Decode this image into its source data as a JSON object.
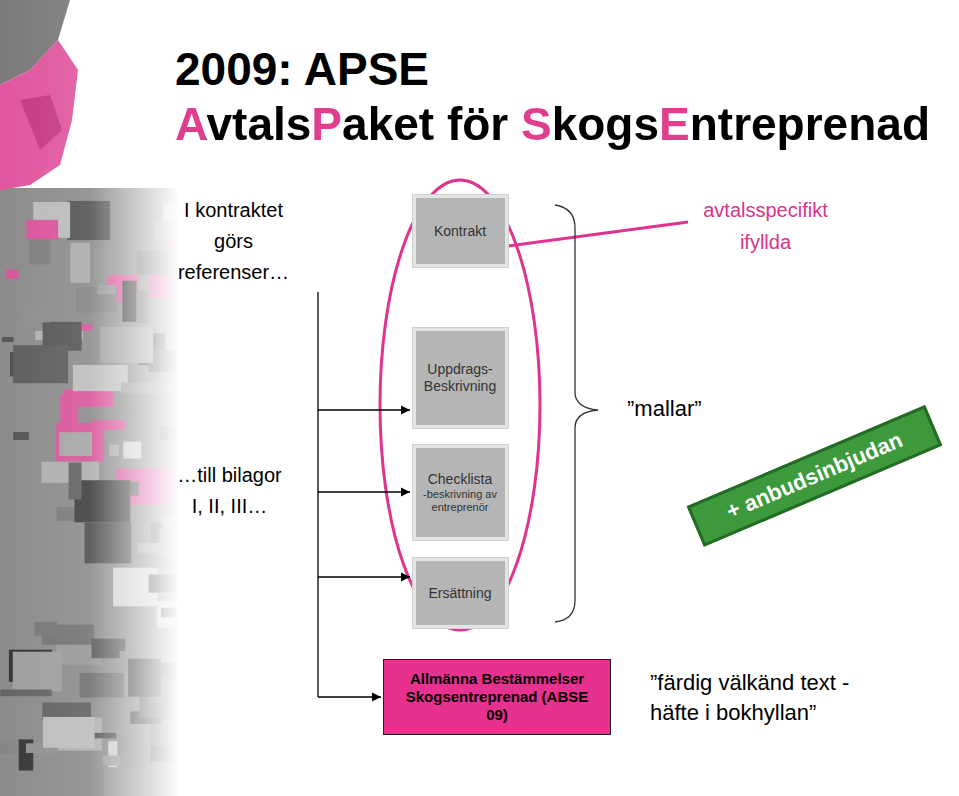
{
  "diagram": {
    "title": "2009: APSE",
    "nodes": [
      {
        "text": [
          "Kontrakt"
        ]
      },
      {
        "text": [
          "Uppdrags- Beskrivning"
        ]
      },
      {
        "text": [
          "Checklista",
          "-beskrivning av entreprenör"
        ]
      },
      {
        "text": [
          "+ anbudsinbjudan"
        ]
      },
      {
        "text": [
          "Ersättning"
        ]
      },
      {
        "text": [
          "Allmänna Bestämmelser Skogsentreprenad (ABSE 09)"
        ]
      }
    ],
    "labels": [
      "AvtalsPaket för SkogsEntreprenad",
      "I kontraktet görs referenser…",
      "avtalsspecifikt ifyllda",
      "”mallar”",
      "…till bilagor I, II, III…",
      "”färdig välkänd text - häfte i bokhyllan”"
    ]
  }
}
